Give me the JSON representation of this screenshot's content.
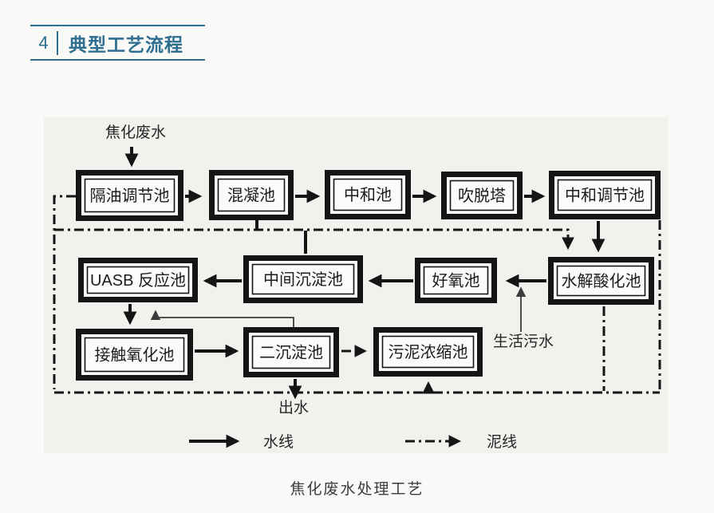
{
  "section_header": {
    "number": "4",
    "title": "典型工艺流程"
  },
  "accent_color": "#2e6e91",
  "diagram": {
    "influent_label": "焦化废水",
    "boxes": [
      {
        "id": "oil-separation-regulating-tank",
        "label": "隔油调节池"
      },
      {
        "id": "coagulation-tank",
        "label": "混凝池"
      },
      {
        "id": "neutralization-tank",
        "label": "中和池"
      },
      {
        "id": "stripping-tower",
        "label": "吹脱塔"
      },
      {
        "id": "neutralization-regulating-tank",
        "label": "中和调节池"
      },
      {
        "id": "uasb-reactor",
        "label": "UASB 反应池"
      },
      {
        "id": "intermediate-sedimentation-tank",
        "label": "中间沉淀池"
      },
      {
        "id": "aerobic-tank",
        "label": "好氧池"
      },
      {
        "id": "hydrolysis-acidification-tank",
        "label": "水解酸化池"
      },
      {
        "id": "contact-oxidation-tank",
        "label": "接触氧化池"
      },
      {
        "id": "secondary-sedimentation-tank",
        "label": "二沉淀池"
      },
      {
        "id": "sludge-thickening-tank",
        "label": "污泥浓缩池"
      }
    ],
    "side_labels": {
      "domestic_sewage": "生活污水",
      "effluent": "出水"
    },
    "legend": {
      "water_line": "水线",
      "sludge_line": "泥线"
    }
  },
  "caption": "焦化废水处理工艺"
}
